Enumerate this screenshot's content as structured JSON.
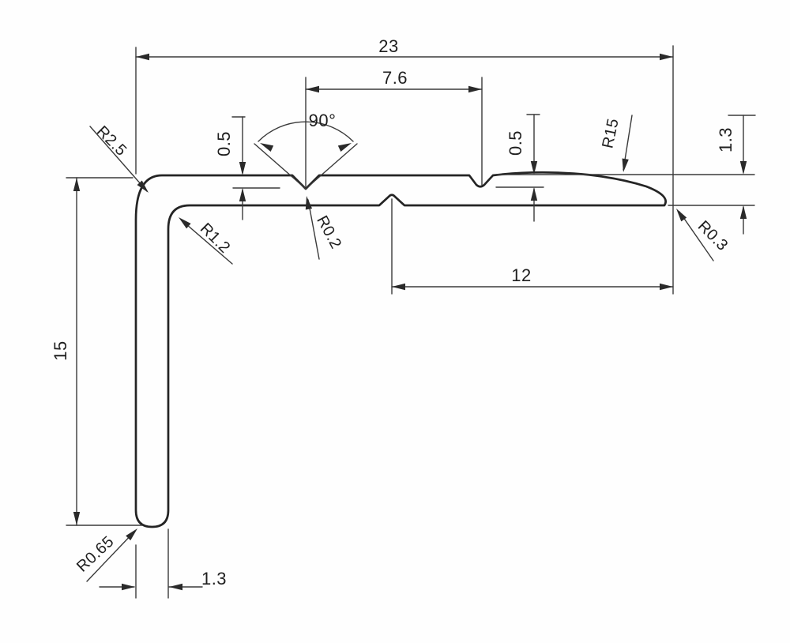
{
  "drawing": {
    "type": "technical-profile-drawing",
    "line_color": "#2a2a2a",
    "background": "#fefefe",
    "dims": {
      "overall_width": "23",
      "notch_spacing": "7.6",
      "left_notch_depth": "0.5",
      "right_notch_depth": "0.5",
      "notch_angle": "90°",
      "top_surface_radius": "R15",
      "right_end_thickness": "1.3",
      "outer_corner_radius": "R2.5",
      "inner_corner_radius": "R1.2",
      "notch_tip_radius": "R0.2",
      "right_edge_radius": "R0.3",
      "flat_length": "12",
      "leg_height": "15",
      "leg_end_radius": "R0.65",
      "leg_thickness": "1.3"
    }
  }
}
